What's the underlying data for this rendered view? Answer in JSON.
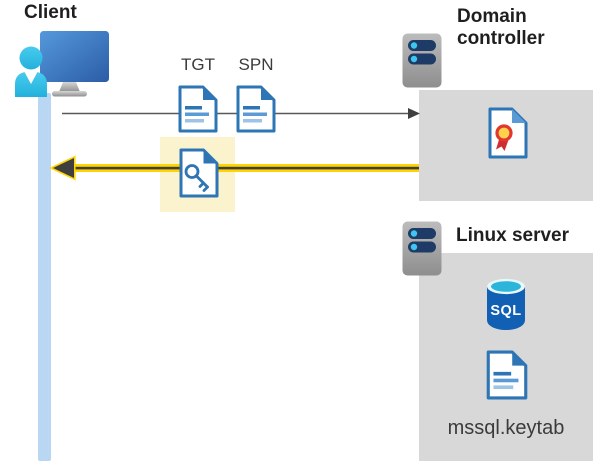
{
  "client": {
    "label": "Client",
    "icon": "user-at-monitor-icon"
  },
  "tickets": {
    "tgt": {
      "label": "TGT",
      "icon": "document-icon"
    },
    "spn": {
      "label": "SPN",
      "icon": "document-icon"
    },
    "service_ticket": {
      "icon": "key-document-icon",
      "highlighted": true
    }
  },
  "domain_controller": {
    "label": "Domain controller",
    "icon": "server-icon",
    "content_icon": "certificate-icon"
  },
  "linux_server": {
    "label": "Linux server",
    "icon": "server-icon",
    "sql_icon": "sql-database-icon",
    "sql_badge": "SQL",
    "keytab_icon": "document-icon",
    "keytab_file": "mssql.keytab"
  },
  "arrows": {
    "request": {
      "direction": "client-to-domain-controller",
      "color": "#595959"
    },
    "response": {
      "direction": "domain-controller-to-client",
      "color": "#ffd400",
      "highlighted": true
    }
  },
  "colors": {
    "highlight_yellow": "#faf3cd",
    "arrow_yellow": "#ffd400",
    "box_gray": "#d8d8d8",
    "doc_blue": "#2e75b6",
    "lifeline_blue": "#b9d6f2",
    "line_gray": "#595959",
    "sql_blue": "#1160b4",
    "person_cyan": "#35c4e8"
  }
}
